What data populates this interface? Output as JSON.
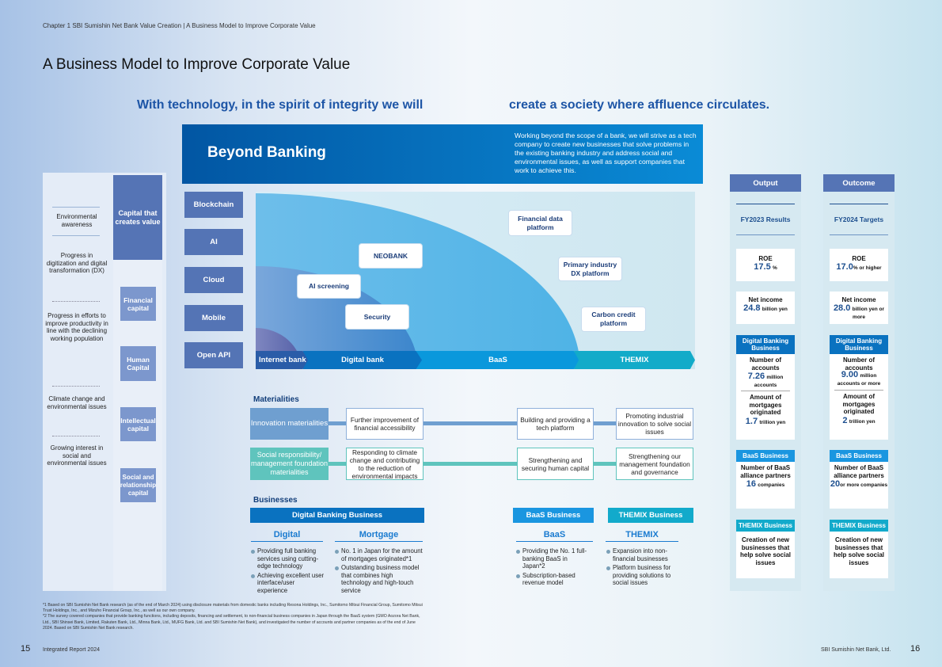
{
  "header": {
    "chapter": "Chapter 1  SBI Sumishin Net Bank Value Creation  |  A Business Model to Improve Corporate Value",
    "title": "A Business Model to Improve Corporate Value"
  },
  "tagline": {
    "left": "With technology, in the spirit of integrity we will",
    "right": "create a society where affluence circulates."
  },
  "beyond": {
    "title": "Beyond Banking",
    "text": "Working beyond the scope of a bank, we will strive as a tech company to create new businesses that solve problems in the existing banking industry and address social and environmental issues, as well as support companies that work to achieve this."
  },
  "environment": [
    "Environmental awareness",
    "Progress in digitization and digital transformation (DX)",
    "Progress in efforts to improve productivity in line with the declining working population",
    "Climate change and environmental issues",
    "Growing interest in social and environmental issues"
  ],
  "capital": {
    "title": "Capital that creates value",
    "items": [
      "Financial capital",
      "Human Capital",
      "Intellectual capital",
      "Social and relationship capital"
    ]
  },
  "tech": [
    "Blockchain",
    "AI",
    "Cloud",
    "Mobile",
    "Open API"
  ],
  "diagram": {
    "labels": [
      "Financial data platform",
      "NEOBANK",
      "AI screening",
      "Security",
      "Primary industry DX platform",
      "Carbon credit platform"
    ],
    "stages": [
      "Internet bank",
      "Digital bank",
      "BaaS",
      "THEMIX"
    ]
  },
  "materialities": {
    "heading": "Materialities",
    "rows": [
      {
        "label": "Innovation materialities",
        "items": [
          "Further improvement of financial accessibility",
          "Building and providing a tech platform",
          "Promoting industrial innovation to solve social issues"
        ]
      },
      {
        "label": "Social responsibility/ management foundation materialities",
        "items": [
          "Responding to climate change and contributing to the reduction of environmental impacts",
          "Strengthening and securing human capital",
          "Strengthening our management foundation and governance"
        ]
      }
    ]
  },
  "businesses": {
    "heading": "Businesses",
    "headers": [
      "Digital Banking Business",
      "BaaS Business",
      "THEMIX Business"
    ],
    "subs": [
      {
        "name": "Digital",
        "bullets": [
          "Providing full banking services using cutting-edge technology",
          "Achieving excellent user interface/user experience"
        ]
      },
      {
        "name": "Mortgage",
        "bullets": [
          "No. 1 in Japan for the amount of mortgages originated*1",
          "Outstanding business model that combines high technology and high-touch service"
        ]
      },
      {
        "name": "BaaS",
        "bullets": [
          "Providing the No. 1 full-banking BaaS in Japan*2",
          "Subscription-based revenue model"
        ]
      },
      {
        "name": "THEMIX",
        "bullets": [
          "Expansion into non-financial businesses",
          "Platform business for providing solutions to social issues"
        ]
      }
    ]
  },
  "output": {
    "header": "Output",
    "period": "FY2023 Results",
    "roe_label": "ROE",
    "roe": "17.5",
    "roe_unit": "%",
    "ni_label": "Net income",
    "ni": "24.8",
    "ni_unit": "billion yen",
    "dbb": "Digital Banking Business",
    "acc_label": "Number of accounts",
    "acc": "7.26",
    "acc_unit": "million accounts",
    "mort_label": "Amount of mortgages originated",
    "mort": "1.7",
    "mort_unit": "trillion yen",
    "baas": "BaaS Business",
    "partners_label": "Number of BaaS alliance partners",
    "partners": "16",
    "partners_unit": "companies",
    "themix": "THEMIX Business",
    "themix_text": "Creation of new businesses that help solve social issues"
  },
  "outcome": {
    "header": "Outcome",
    "period": "FY2024 Targets",
    "roe_label": "ROE",
    "roe": "17.0",
    "roe_unit": "% or higher",
    "ni_label": "Net income",
    "ni": "28.0",
    "ni_unit": "billion yen or more",
    "dbb": "Digital Banking Business",
    "acc_label": "Number of accounts",
    "acc": "9.00",
    "acc_unit": "million accounts or more",
    "mort_label": "Amount of mortgages originated",
    "mort": "2",
    "mort_unit": "trillion yen",
    "baas": "BaaS Business",
    "partners_label": "Number of BaaS alliance partners",
    "partners": "20",
    "partners_unit": "or more companies",
    "themix": "THEMIX Business",
    "themix_text": "Creation of new businesses that help solve social issues"
  },
  "footnotes": [
    "*1  Based on SBI Sumishin Net Bank research (as of the end of March 2024) using disclosure materials from domestic banks including Resona Holdings, Inc., Sumitomo Mitsui Financial Group, Sumitomo Mitsui Trust Holdings, Inc., and Mizuho Financial Group, Inc., as well as our own company.",
    "*2  The survey covered companies that provide banking functions, including deposits, financing and settlement, to non-financial business companies in Japan through the BaaS system (GMO Aozora Net Bank, Ltd., SBI Shinsei Bank, Limited, Rakuten Bank, Ltd., Minna Bank, Ltd., MUFG Bank, Ltd. and SBI Sumishin Net Bank), and investigated the number of accounts and partner companies as of the end of June 2024. Based on SBI Sumishin Net Bank research."
  ],
  "footer": {
    "page_left": "15",
    "report": "Integrated Report 2024",
    "company": "SBI Sumishin Net Bank, Ltd.",
    "page_right": "16"
  }
}
